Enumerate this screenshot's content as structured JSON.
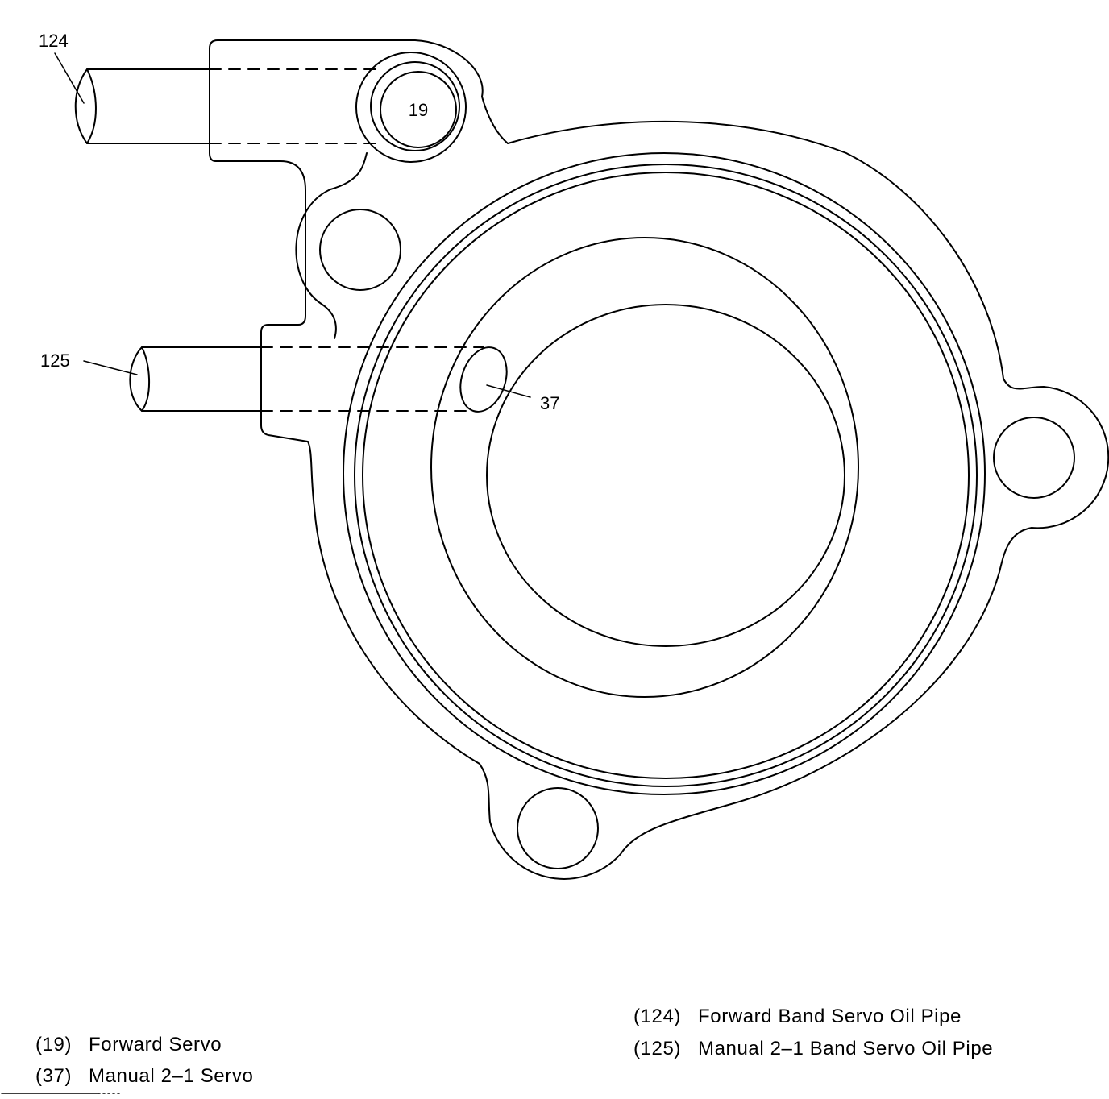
{
  "callouts": {
    "c19": "19",
    "c37": "37",
    "c124": "124",
    "c125": "125"
  },
  "legend": {
    "left": [
      {
        "num": "(19)",
        "text": "Forward Servo"
      },
      {
        "num": "(37)",
        "text": "Manual 2–1 Servo"
      }
    ],
    "right": [
      {
        "num": "(124)",
        "text": "Forward Band Servo Oil Pipe"
      },
      {
        "num": "(125)",
        "text": "Manual 2–1 Band Servo Oil Pipe"
      }
    ]
  },
  "colors": {
    "line": "#000000",
    "background": "#ffffff"
  }
}
